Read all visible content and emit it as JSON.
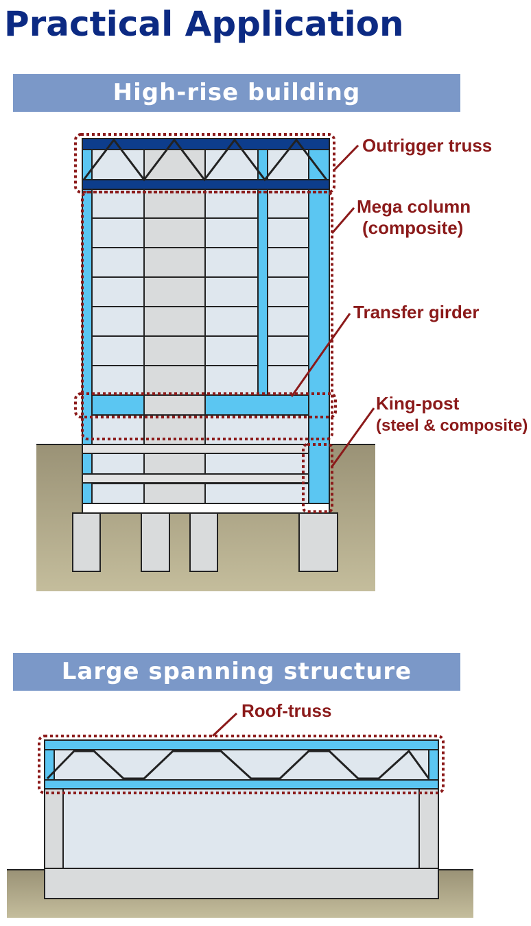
{
  "title": "Practical Application",
  "sections": {
    "high_rise": {
      "heading": "High-rise building",
      "callouts": {
        "outrigger": "Outrigger truss",
        "mega_column_1": "Mega column",
        "mega_column_2": "(composite)",
        "transfer": "Transfer girder",
        "king_post_1": "King-post",
        "king_post_2": "(steel & composite)"
      }
    },
    "large_span": {
      "heading": "Large spanning structure",
      "callouts": {
        "roof_truss": "Roof-truss"
      }
    }
  },
  "colors": {
    "title": "#0c2a83",
    "banner": "#7b98c8",
    "steel_blue": "#5bc6f2",
    "dark_blue": "#0d3d8c",
    "panel": "#dfe7ee",
    "core": "#d9dbdc",
    "callout": "#8b1a1a",
    "ground_top": "#9a9276",
    "ground_bottom": "#c4bd9c"
  }
}
